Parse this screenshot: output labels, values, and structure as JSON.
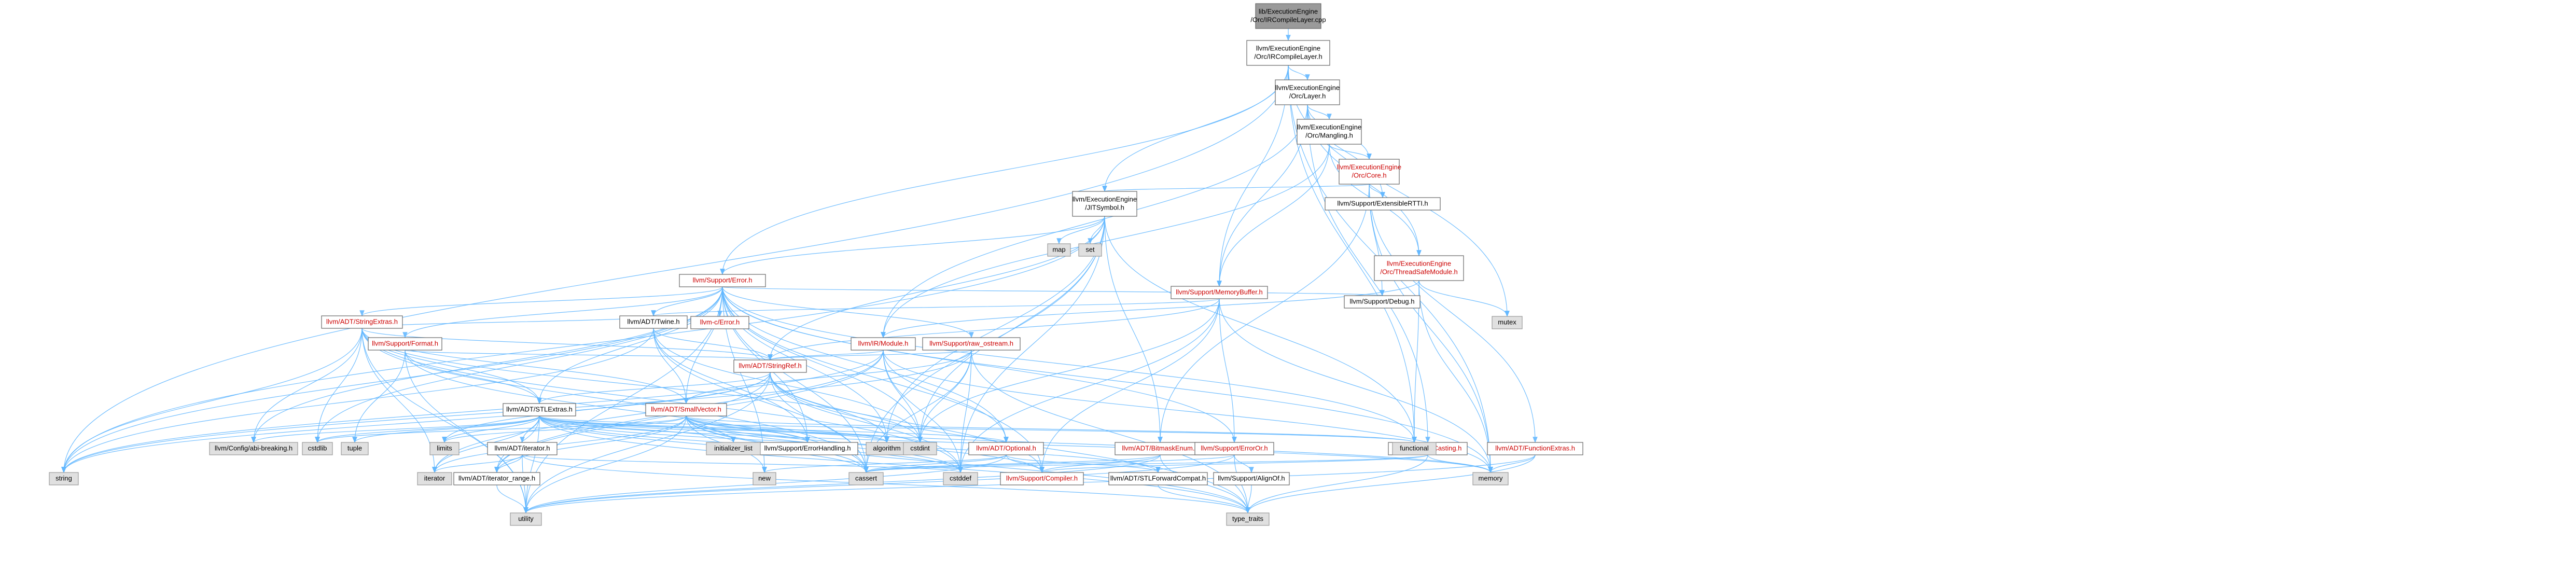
{
  "diagram": {
    "nodes": [
      {
        "id": "root",
        "lines": [
          "lib/ExecutionEngine",
          "/Orc/IRCompileLayer.cpp"
        ],
        "style": "root"
      },
      {
        "id": "ircl",
        "lines": [
          "llvm/ExecutionEngine",
          "/Orc/IRCompileLayer.h"
        ],
        "style": "white"
      },
      {
        "id": "layer",
        "lines": [
          "llvm/ExecutionEngine",
          "/Orc/Layer.h"
        ],
        "style": "white"
      },
      {
        "id": "mangling",
        "lines": [
          "llvm/ExecutionEngine",
          "/Orc/Mangling.h"
        ],
        "style": "white"
      },
      {
        "id": "core",
        "lines": [
          "llvm/ExecutionEngine",
          "/Orc/Core.h"
        ],
        "style": "red"
      },
      {
        "id": "jitsym",
        "lines": [
          "llvm/ExecutionEngine",
          "/JITSymbol.h"
        ],
        "style": "white"
      },
      {
        "id": "extrtti",
        "lines": [
          "llvm/Support/ExtensibleRTTI.h"
        ],
        "style": "white"
      },
      {
        "id": "tsm",
        "lines": [
          "llvm/ExecutionEngine",
          "/Orc/ThreadSafeModule.h"
        ],
        "style": "red"
      },
      {
        "id": "map",
        "lines": [
          "map"
        ],
        "style": "gray"
      },
      {
        "id": "set",
        "lines": [
          "set"
        ],
        "style": "gray"
      },
      {
        "id": "error",
        "lines": [
          "llvm/Support/Error.h"
        ],
        "style": "red"
      },
      {
        "id": "memorybuffer",
        "lines": [
          "llvm/Support/MemoryBuffer.h"
        ],
        "style": "red"
      },
      {
        "id": "debug",
        "lines": [
          "llvm/Support/Debug.h"
        ],
        "style": "white"
      },
      {
        "id": "mutex",
        "lines": [
          "mutex"
        ],
        "style": "gray"
      },
      {
        "id": "cerror",
        "lines": [
          "llvm-c/Error.h"
        ],
        "style": "red"
      },
      {
        "id": "stringextras",
        "lines": [
          "llvm/ADT/StringExtras.h"
        ],
        "style": "red"
      },
      {
        "id": "twine",
        "lines": [
          "llvm/ADT/Twine.h"
        ],
        "style": "white"
      },
      {
        "id": "irmodule",
        "lines": [
          "llvm/IR/Module.h"
        ],
        "style": "red"
      },
      {
        "id": "rawostream",
        "lines": [
          "llvm/Support/raw_ostream.h"
        ],
        "style": "red"
      },
      {
        "id": "format",
        "lines": [
          "llvm/Support/Format.h"
        ],
        "style": "red"
      },
      {
        "id": "stringref",
        "lines": [
          "llvm/ADT/StringRef.h"
        ],
        "style": "red"
      },
      {
        "id": "smallvector",
        "lines": [
          "llvm/ADT/SmallVector.h"
        ],
        "style": "red"
      },
      {
        "id": "stlextras",
        "lines": [
          "llvm/ADT/STLExtras.h"
        ],
        "style": "white"
      },
      {
        "id": "optional",
        "lines": [
          "llvm/ADT/Optional.h"
        ],
        "style": "red"
      },
      {
        "id": "bitmaskenum",
        "lines": [
          "llvm/ADT/BitmaskEnum.h"
        ],
        "style": "red"
      },
      {
        "id": "erroror",
        "lines": [
          "llvm/Support/ErrorOr.h"
        ],
        "style": "red"
      },
      {
        "id": "casting",
        "lines": [
          "llvm/Support/Casting.h"
        ],
        "style": "red"
      },
      {
        "id": "functionextras",
        "lines": [
          "llvm/ADT/FunctionExtras.h"
        ],
        "style": "red"
      },
      {
        "id": "errorhandling",
        "lines": [
          "llvm/Support/ErrorHandling.h"
        ],
        "style": "white"
      },
      {
        "id": "adtiterator",
        "lines": [
          "llvm/ADT/iterator.h"
        ],
        "style": "white"
      },
      {
        "id": "iterrange",
        "lines": [
          "llvm/ADT/iterator_range.h"
        ],
        "style": "white"
      },
      {
        "id": "compiler",
        "lines": [
          "llvm/Support/Compiler.h"
        ],
        "style": "red"
      },
      {
        "id": "stlfwd",
        "lines": [
          "llvm/ADT/STLForwardCompat.h"
        ],
        "style": "white"
      },
      {
        "id": "alignof",
        "lines": [
          "llvm/Support/AlignOf.h"
        ],
        "style": "white"
      },
      {
        "id": "configabi",
        "lines": [
          "llvm/Config/abi-breaking.h"
        ],
        "style": "gray"
      },
      {
        "id": "cstdlib",
        "lines": [
          "cstdlib"
        ],
        "style": "gray"
      },
      {
        "id": "tuple",
        "lines": [
          "tuple"
        ],
        "style": "gray"
      },
      {
        "id": "limits",
        "lines": [
          "limits"
        ],
        "style": "gray"
      },
      {
        "id": "initlist",
        "lines": [
          "initializer_list"
        ],
        "style": "gray"
      },
      {
        "id": "algorithm",
        "lines": [
          "algorithm"
        ],
        "style": "gray"
      },
      {
        "id": "cstdint",
        "lines": [
          "cstdint"
        ],
        "style": "gray"
      },
      {
        "id": "functional",
        "lines": [
          "functional"
        ],
        "style": "gray"
      },
      {
        "id": "string",
        "lines": [
          "string"
        ],
        "style": "gray"
      },
      {
        "id": "iterator",
        "lines": [
          "iterator"
        ],
        "style": "gray"
      },
      {
        "id": "new",
        "lines": [
          "new"
        ],
        "style": "gray"
      },
      {
        "id": "cassert",
        "lines": [
          "cassert"
        ],
        "style": "gray"
      },
      {
        "id": "cstddef",
        "lines": [
          "cstddef"
        ],
        "style": "gray"
      },
      {
        "id": "memory",
        "lines": [
          "memory"
        ],
        "style": "gray"
      },
      {
        "id": "utility",
        "lines": [
          "utility"
        ],
        "style": "gray"
      },
      {
        "id": "typetraits",
        "lines": [
          "type_traits"
        ],
        "style": "gray"
      }
    ],
    "edges": [
      [
        "root",
        "ircl"
      ],
      [
        "ircl",
        "layer"
      ],
      [
        "ircl",
        "jitsym"
      ],
      [
        "ircl",
        "error"
      ],
      [
        "ircl",
        "memorybuffer"
      ],
      [
        "ircl",
        "functional"
      ],
      [
        "ircl",
        "memory"
      ],
      [
        "ircl",
        "mutex"
      ],
      [
        "ircl",
        "string"
      ],
      [
        "layer",
        "mangling"
      ],
      [
        "layer",
        "core"
      ],
      [
        "layer",
        "tsm"
      ],
      [
        "layer",
        "irmodule"
      ],
      [
        "layer",
        "memorybuffer"
      ],
      [
        "layer",
        "extrtti"
      ],
      [
        "layer",
        "casting"
      ],
      [
        "mangling",
        "core"
      ],
      [
        "mangling",
        "tsm"
      ],
      [
        "mangling",
        "irmodule"
      ],
      [
        "mangling",
        "memorybuffer"
      ],
      [
        "core",
        "jitsym"
      ],
      [
        "core",
        "extrtti"
      ],
      [
        "core",
        "debug"
      ],
      [
        "core",
        "functionextras"
      ],
      [
        "core",
        "bitmaskenum"
      ],
      [
        "core",
        "memory"
      ],
      [
        "jitsym",
        "error"
      ],
      [
        "jitsym",
        "map"
      ],
      [
        "jitsym",
        "set"
      ],
      [
        "jitsym",
        "functional"
      ],
      [
        "jitsym",
        "string"
      ],
      [
        "jitsym",
        "cstdint"
      ],
      [
        "jitsym",
        "cstddef"
      ],
      [
        "jitsym",
        "bitmaskenum"
      ],
      [
        "jitsym",
        "stringref"
      ],
      [
        "jitsym",
        "algorithm"
      ],
      [
        "jitsym",
        "cassert"
      ],
      [
        "tsm",
        "irmodule"
      ],
      [
        "tsm",
        "functional"
      ],
      [
        "tsm",
        "memory"
      ],
      [
        "tsm",
        "mutex"
      ],
      [
        "error",
        "cerror"
      ],
      [
        "error",
        "stringextras"
      ],
      [
        "error",
        "twine"
      ],
      [
        "error",
        "smallvector"
      ],
      [
        "error",
        "stlextras"
      ],
      [
        "error",
        "format"
      ],
      [
        "error",
        "rawostream"
      ],
      [
        "error",
        "debug"
      ],
      [
        "error",
        "errorhandling"
      ],
      [
        "error",
        "erroror"
      ],
      [
        "error",
        "compiler"
      ],
      [
        "error",
        "configabi"
      ],
      [
        "error",
        "cassert"
      ],
      [
        "error",
        "cstdint"
      ],
      [
        "error",
        "cstdlib"
      ],
      [
        "error",
        "functional"
      ],
      [
        "error",
        "memory"
      ],
      [
        "error",
        "new"
      ],
      [
        "error",
        "optional"
      ],
      [
        "error",
        "string"
      ],
      [
        "error",
        "system_error_skip"
      ],
      [
        "error",
        "type_traits_skip"
      ],
      [
        "error",
        "utility"
      ],
      [
        "error",
        "algorithm"
      ],
      [
        "memorybuffer",
        "twine"
      ],
      [
        "memorybuffer",
        "stringref"
      ],
      [
        "memorybuffer",
        "erroror"
      ],
      [
        "memorybuffer",
        "cstddef"
      ],
      [
        "memorybuffer",
        "cstdint"
      ],
      [
        "memorybuffer",
        "memory"
      ],
      [
        "memorybuffer",
        "compiler"
      ],
      [
        "stringextras",
        "stringref"
      ],
      [
        "stringextras",
        "twine"
      ],
      [
        "stringextras",
        "smallvector"
      ],
      [
        "stringextras",
        "stlextras"
      ],
      [
        "stringextras",
        "iterator"
      ],
      [
        "stringextras",
        "cassert"
      ],
      [
        "stringextras",
        "cstddef"
      ],
      [
        "stringextras",
        "cstdint"
      ],
      [
        "stringextras",
        "cstdlib"
      ],
      [
        "stringextras",
        "string"
      ],
      [
        "stringextras",
        "utility"
      ],
      [
        "stringextras",
        "configabi"
      ],
      [
        "twine",
        "stringref"
      ],
      [
        "twine",
        "smallvector"
      ],
      [
        "twine",
        "errorhandling"
      ],
      [
        "twine",
        "cassert"
      ],
      [
        "twine",
        "cstdint"
      ],
      [
        "twine",
        "string"
      ],
      [
        "irmodule",
        "stringref"
      ],
      [
        "irmodule",
        "optional"
      ],
      [
        "irmodule",
        "iterrange"
      ],
      [
        "irmodule",
        "cstddef"
      ],
      [
        "irmodule",
        "cstdint"
      ],
      [
        "irmodule",
        "iterator"
      ],
      [
        "irmodule",
        "memory"
      ],
      [
        "irmodule",
        "string"
      ],
      [
        "irmodule",
        "vector_skip"
      ],
      [
        "rawostream",
        "stringref"
      ],
      [
        "rawostream",
        "smallvector"
      ],
      [
        "rawostream",
        "cassert"
      ],
      [
        "rawostream",
        "cstddef"
      ],
      [
        "rawostream",
        "cstdint"
      ],
      [
        "rawostream",
        "string"
      ],
      [
        "rawostream",
        "type_traits"
      ],
      [
        "rawostream",
        "typetraits"
      ],
      [
        "format",
        "stringref"
      ],
      [
        "format",
        "stlextras"
      ],
      [
        "format",
        "cassert"
      ],
      [
        "format",
        "cstdio_skip"
      ],
      [
        "format",
        "tuple"
      ],
      [
        "format",
        "utility"
      ],
      [
        "stringref",
        "stlextras"
      ],
      [
        "stringref",
        "iterrange"
      ],
      [
        "stringref",
        "compiler"
      ],
      [
        "stringref",
        "algorithm"
      ],
      [
        "stringref",
        "cassert"
      ],
      [
        "stringref",
        "cstddef"
      ],
      [
        "stringref",
        "cstring_skip"
      ],
      [
        "stringref",
        "limits"
      ],
      [
        "stringref",
        "string"
      ],
      [
        "stringref",
        "typetraits"
      ],
      [
        "stringref",
        "utility"
      ],
      [
        "smallvector",
        "compiler"
      ],
      [
        "smallvector",
        "algorithm"
      ],
      [
        "smallvector",
        "cassert"
      ],
      [
        "smallvector",
        "cstddef"
      ],
      [
        "smallvector",
        "cstdlib"
      ],
      [
        "smallvector",
        "cstring_skip"
      ],
      [
        "smallvector",
        "functional"
      ],
      [
        "smallvector",
        "initlist"
      ],
      [
        "smallvector",
        "iterator"
      ],
      [
        "smallvector",
        "limits"
      ],
      [
        "smallvector",
        "memory"
      ],
      [
        "smallvector",
        "new"
      ],
      [
        "smallvector",
        "typetraits"
      ],
      [
        "smallvector",
        "utility"
      ],
      [
        "smallvector",
        "errorhandling"
      ],
      [
        "smallvector",
        "iterrange"
      ],
      [
        "stlextras",
        "stlfwd"
      ],
      [
        "stlextras",
        "adtiterator"
      ],
      [
        "stlextras",
        "iterrange"
      ],
      [
        "stlextras",
        "errorhandling"
      ],
      [
        "stlextras",
        "configabi"
      ],
      [
        "stlextras",
        "algorithm"
      ],
      [
        "stlextras",
        "cassert"
      ],
      [
        "stlextras",
        "cstddef"
      ],
      [
        "stlextras",
        "cstdint"
      ],
      [
        "stlextras",
        "cstdlib"
      ],
      [
        "stlextras",
        "functional"
      ],
      [
        "stlextras",
        "initlist"
      ],
      [
        "stlextras",
        "iterator"
      ],
      [
        "stlextras",
        "limits"
      ],
      [
        "stlextras",
        "memory"
      ],
      [
        "stlextras",
        "tuple"
      ],
      [
        "stlextras",
        "typetraits"
      ],
      [
        "stlextras",
        "utility"
      ],
      [
        "stlextras",
        "optional"
      ],
      [
        "optional",
        "compiler"
      ],
      [
        "optional",
        "stlfwd"
      ],
      [
        "optional",
        "cassert"
      ],
      [
        "optional",
        "new"
      ],
      [
        "optional",
        "utility"
      ],
      [
        "bitmaskenum",
        "compiler"
      ],
      [
        "bitmaskenum",
        "cassert"
      ],
      [
        "bitmaskenum",
        "typetraits"
      ],
      [
        "bitmaskenum",
        "utility"
      ],
      [
        "erroror",
        "alignof"
      ],
      [
        "erroror",
        "cassert"
      ],
      [
        "erroror",
        "typetraits"
      ],
      [
        "erroror",
        "utility"
      ],
      [
        "casting",
        "compiler"
      ],
      [
        "casting",
        "cassert"
      ],
      [
        "casting",
        "memory"
      ],
      [
        "casting",
        "typetraits"
      ],
      [
        "functionextras",
        "memory"
      ],
      [
        "functionextras",
        "typetraits"
      ],
      [
        "functionextras",
        "utility"
      ],
      [
        "adtiterator",
        "iterrange"
      ],
      [
        "adtiterator",
        "cstddef"
      ],
      [
        "adtiterator",
        "iterator"
      ],
      [
        "adtiterator",
        "typetraits"
      ],
      [
        "adtiterator",
        "utility"
      ],
      [
        "iterrange",
        "utility"
      ],
      [
        "stlfwd",
        "typetraits"
      ],
      [
        "alignof",
        "typetraits"
      ],
      [
        "compiler",
        "configabi_skip"
      ]
    ]
  }
}
